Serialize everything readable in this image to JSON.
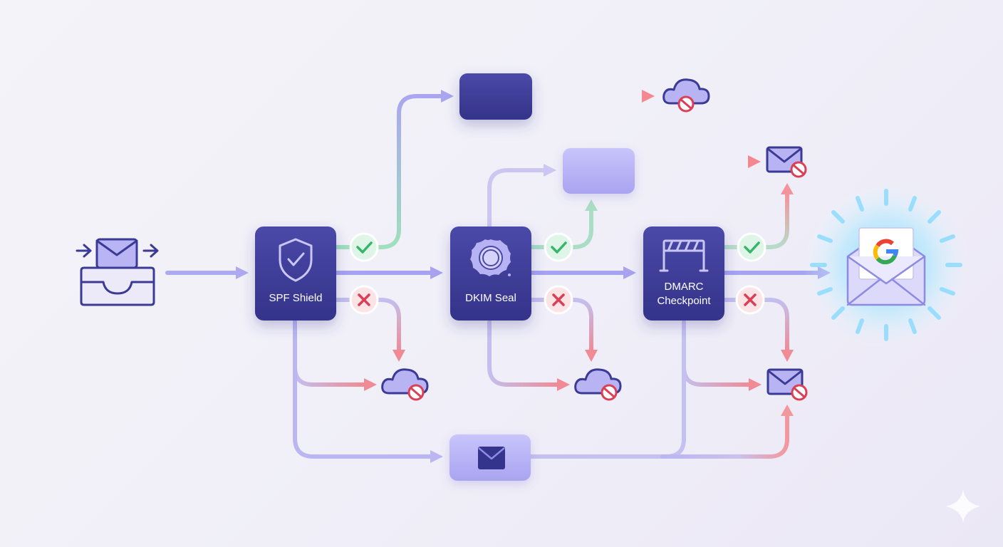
{
  "nodes": {
    "spf": {
      "label": "SPF Shield"
    },
    "dkim": {
      "label": "DKIM Seal"
    },
    "dmarc": {
      "label_line1": "DMARC",
      "label_line2": "Checkpoint"
    }
  },
  "destination": {
    "logo_letter": "G"
  },
  "colors": {
    "accent": "#3e3d95",
    "pass": "#3fbf73",
    "fail": "#e0455a",
    "flow": "#a7a4ee",
    "reject": "#f29aa2"
  },
  "icons": [
    "inbox-tray-icon",
    "shield-check-icon",
    "wax-seal-icon",
    "barrier-gate-icon",
    "check-icon",
    "x-icon",
    "cloud-blocked-icon",
    "mail-blocked-icon",
    "envelope-icon",
    "google-envelope-icon",
    "sparkle-icon"
  ]
}
